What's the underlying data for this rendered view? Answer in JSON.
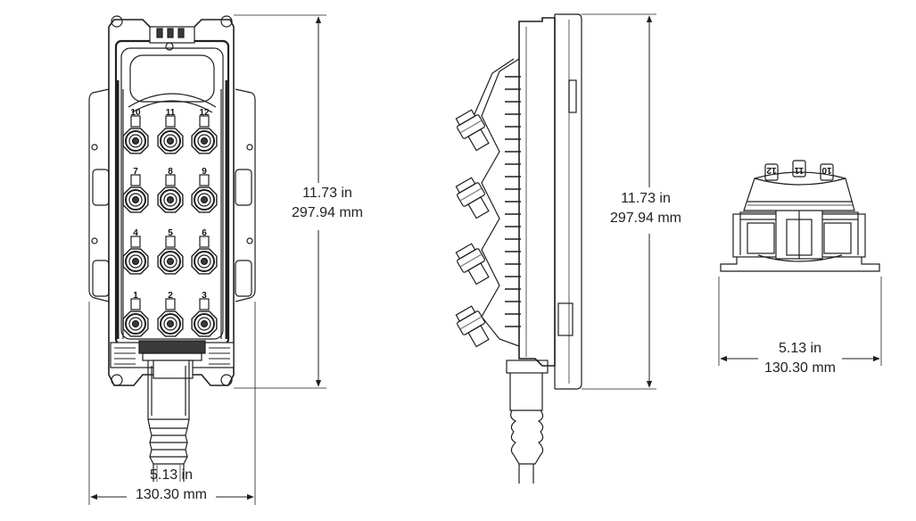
{
  "colors": {
    "line": "#1f1f1f",
    "light_line": "#777777",
    "fill_dark": "#3a3a3a",
    "background": "#ffffff"
  },
  "front_view": {
    "port_numbers": [
      "10",
      "11",
      "12",
      "7",
      "8",
      "9",
      "4",
      "5",
      "6",
      "1",
      "2",
      "3"
    ],
    "height_in": "11.73 in",
    "height_mm": "297.94 mm",
    "width_in": "5.13 in",
    "width_mm": "130.30 mm"
  },
  "side_view": {
    "height_in": "11.73 in",
    "height_mm": "297.94 mm"
  },
  "top_view": {
    "port_numbers": [
      "12",
      "11",
      "10"
    ],
    "width_in": "5.13 in",
    "width_mm": "130.30 mm"
  }
}
